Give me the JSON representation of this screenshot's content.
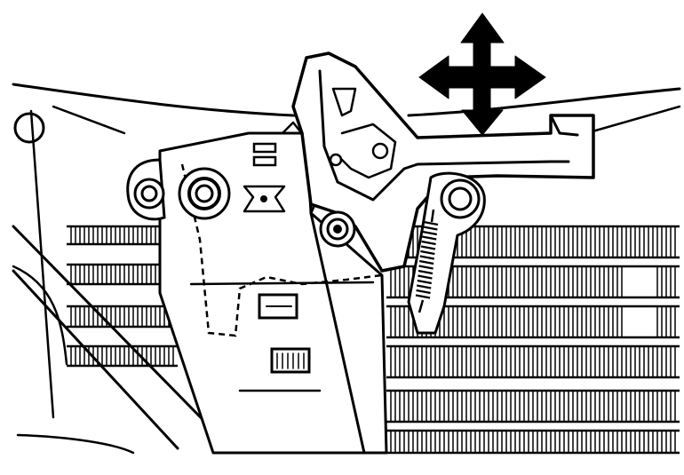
{
  "figure": {
    "subject": "hood-latch-assembly",
    "ink_color": "#000000",
    "paper_color": "#ffffff",
    "direction_indicator": {
      "icon": "four-way-arrow-icon",
      "directions": [
        "up",
        "down",
        "left",
        "right"
      ]
    },
    "parts": [
      "radiator-core-support",
      "latch-base-plate",
      "release-lever",
      "return-spring",
      "mounting-bolt-left",
      "mounting-bolt-center",
      "mounting-bolt-right",
      "hood-panel-outline",
      "radiator-grille-fins"
    ]
  }
}
